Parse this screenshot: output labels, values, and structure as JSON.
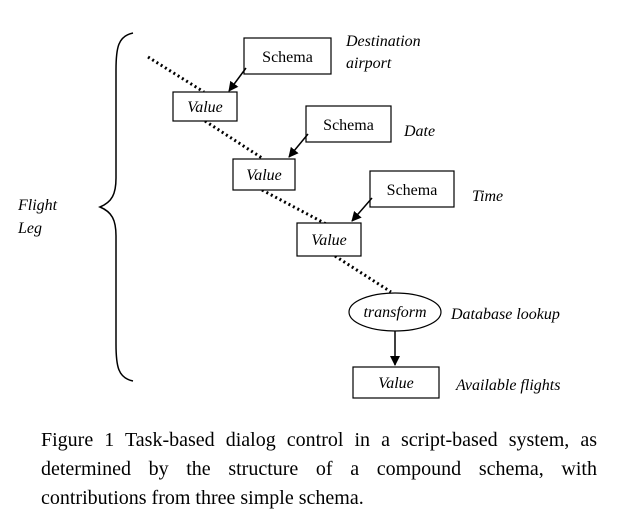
{
  "diagram": {
    "brace_label_line1": "Flight",
    "brace_label_line2": "Leg",
    "schema_boxes": [
      "Schema",
      "Schema",
      "Schema"
    ],
    "value_boxes": [
      "Value",
      "Value",
      "Value",
      "Value"
    ],
    "transform_label": "transform",
    "annotations": {
      "destination_line1": "Destination",
      "destination_line2": "airport",
      "date": "Date",
      "time": "Time",
      "database_lookup": "Database lookup",
      "available_flights": "Available flights"
    }
  },
  "caption": "Figure 1 Task-based dialog control in a script-based system, as determined by the structure of a compound schema, with contributions from three simple schema."
}
